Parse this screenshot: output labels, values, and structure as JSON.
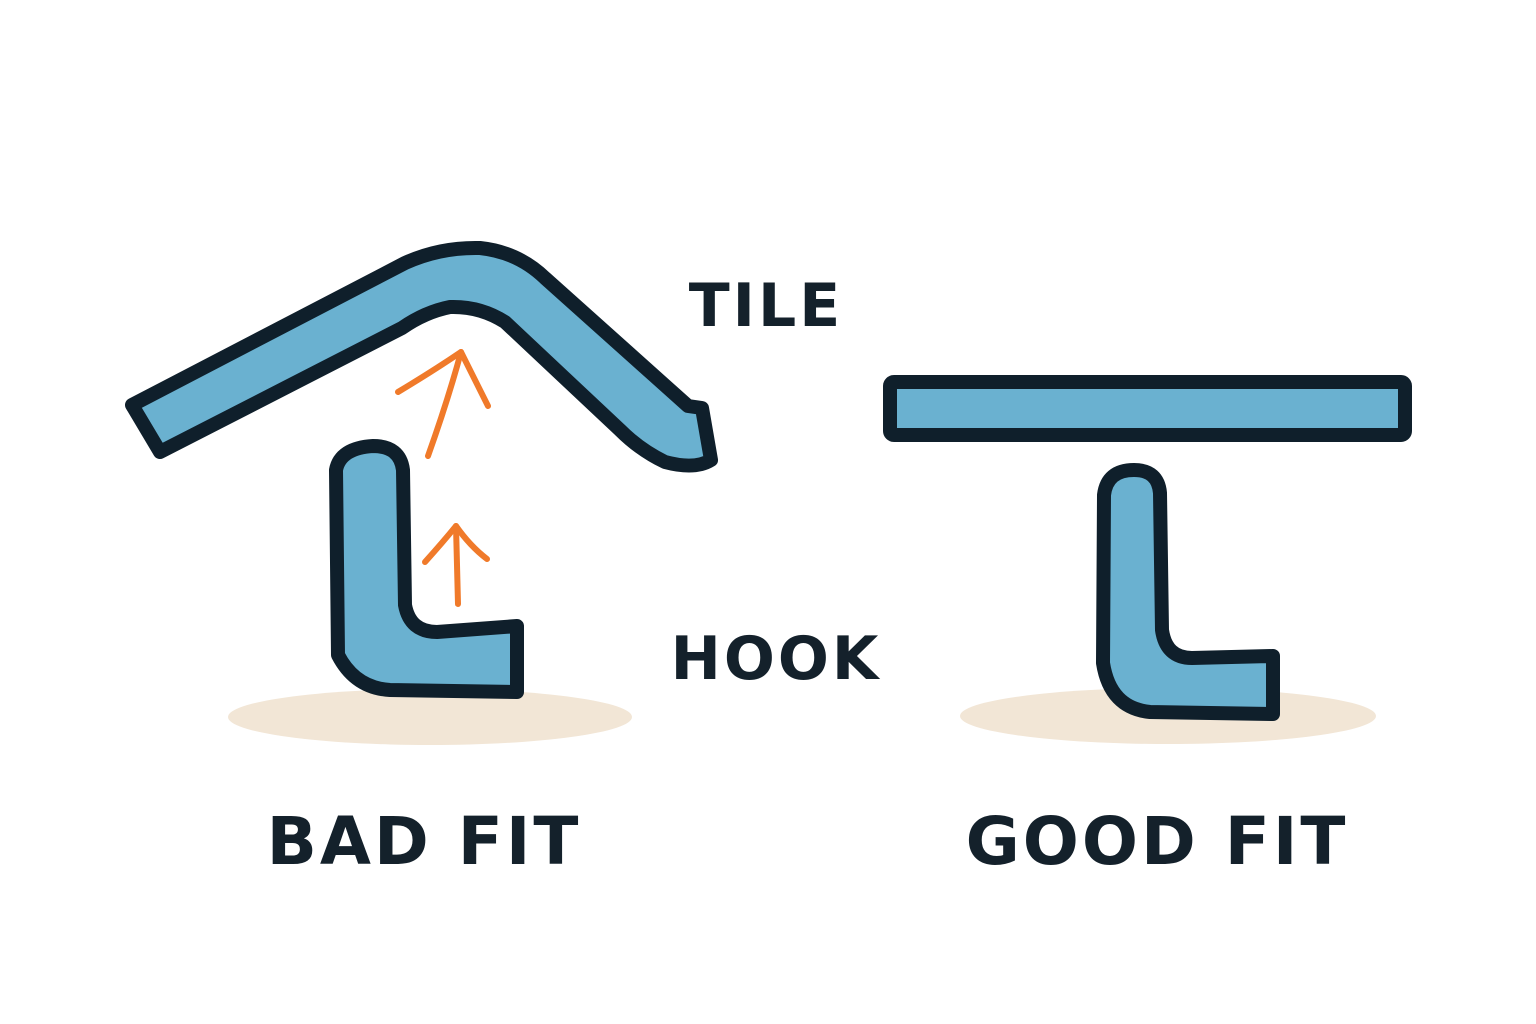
{
  "labels": {
    "tile": "TILE",
    "hook": "HOOK",
    "bad_fit": "BAD FIT",
    "good_fit": "GOOD FIT"
  },
  "colors": {
    "background": "#ffffff",
    "part_fill": "#6ab1d0",
    "outline": "#0f1f2b",
    "arrow": "#f07a2a",
    "shadow": "#f2e6d6",
    "text": "#14212b"
  }
}
